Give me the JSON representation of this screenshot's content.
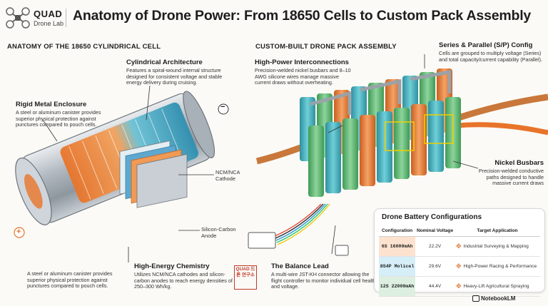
{
  "header": {
    "brand_name": "QUAD",
    "brand_sub": "Drone Lab",
    "title": "Anatomy of Drone Power: From 18650 Cells to Custom Pack Assembly"
  },
  "left": {
    "section_title": "ANATOMY OF THE 18650 CYLINDRICAL CELL",
    "cylindrical": {
      "title": "Cylindrical Architecture",
      "text": "Features a spiral-wound internal structure designed for consistent voltage and stable energy delivery during cruising."
    },
    "enclosure": {
      "title": "Rigid Metal Enclosure",
      "text": "A steel or aluminum canister provides superior physical protection against punctures compared to pouch cells."
    },
    "cathode_label": "NCM/NCA Cathode",
    "anode_label": "Silicon-Carbon Anode",
    "minus_sign": "−",
    "plus_sign": "+",
    "bottom_note": "A steel or aluminum canister provides superior physical protection against punctures compared to pouch cells.",
    "chemistry": {
      "title": "High-Energy Chemistry",
      "text": "Utilizes NCM/NCA cathodes and silicon-carbon anodes to reach energy densities of 250–300 Wh/kg."
    }
  },
  "right": {
    "section_title": "CUSTOM-BUILT DRONE PACK ASSEMBLY",
    "interconnects": {
      "title": "High-Power Interconnections",
      "text": "Precision-welded nickel busbars and 8–10 AWG silicone wires manage massive current draws without overheating."
    },
    "sp_config": {
      "title": "Series & Parallel (S/P) Config",
      "text": "Cells are grouped to multiply voltage (Series) and total capacity/current capability (Parallel)."
    },
    "busbars": {
      "title": "Nickel Busbars",
      "text": "Precision-welded conductive paths designed to handle massive current draws"
    },
    "balance": {
      "title": "The Balance Lead",
      "text": "A multi-wire JST-KH connector allowing the flight controller to monitor individual cell health and voltage."
    },
    "stamp_text": "QUAD 드론 연구소"
  },
  "table": {
    "title": "Drone Battery Configurations",
    "headers": [
      "Configuration",
      "Nominal Voltage",
      "Target Application"
    ],
    "rows": [
      {
        "config": "6S 16000mAh",
        "voltage": "22.2V",
        "application": "Industrial Surveying & Mapping",
        "color": "#fde2cf"
      },
      {
        "config": "8S4P Molicel",
        "voltage": "29.6V",
        "application": "High-Power Racing & Performance",
        "color": "#d6eef7"
      },
      {
        "config": "12S 22000mAh",
        "voltage": "44.4V",
        "application": "Heavy-Lift Agricultural Spraying",
        "color": "#dcefe1"
      }
    ]
  },
  "footer": {
    "brand": "NotebookLM"
  },
  "colors": {
    "orange": "#e8742a",
    "teal": "#3aa9b5",
    "green": "#4caf6a",
    "steel": "#9aa3ab",
    "copper": "#c9773a"
  },
  "icons": [
    "drone-icon",
    "notebook-icon"
  ]
}
